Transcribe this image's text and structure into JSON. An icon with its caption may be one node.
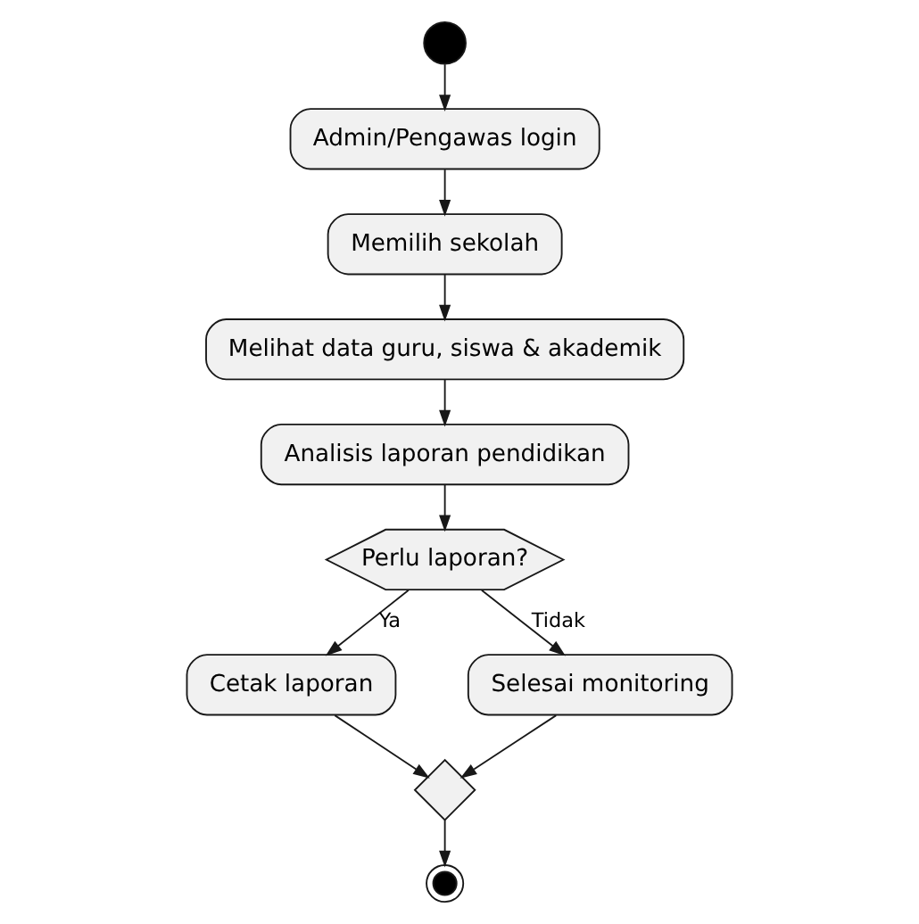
{
  "diagram": {
    "nodes": [
      {
        "text": [],
        "shape": "circle"
      },
      {
        "text": [
          "Admin/Pengawas login"
        ]
      },
      {
        "text": [
          "Memilih sekolah"
        ]
      },
      {
        "text": [
          "Melihat data guru, siswa & akademik"
        ]
      },
      {
        "text": [
          "Analisis laporan pendidikan"
        ]
      },
      {
        "text": [
          "Perlu laporan?"
        ]
      },
      {
        "text": [
          "Cetak laporan"
        ]
      },
      {
        "text": [
          "Selesai monitoring"
        ]
      },
      {
        "text": [],
        "shape": "diamond"
      },
      {
        "text": [],
        "shape": "circle"
      }
    ],
    "edges": [
      {
        "from": 0,
        "to": 1,
        "arrow": "to"
      },
      {
        "from": 1,
        "to": 2,
        "arrow": "to"
      },
      {
        "from": 2,
        "to": 3,
        "arrow": "to"
      },
      {
        "from": 3,
        "to": 4,
        "arrow": "to"
      },
      {
        "from": 4,
        "to": 5,
        "arrow": "to"
      },
      {
        "from": 5,
        "to": 6,
        "arrow": "to",
        "label": "Ya"
      },
      {
        "from": 5,
        "to": 7,
        "arrow": "to",
        "label": "Tidak"
      },
      {
        "from": 6,
        "to": 8,
        "arrow": "to"
      },
      {
        "from": 7,
        "to": 8,
        "arrow": "to"
      },
      {
        "from": 8,
        "to": 9,
        "arrow": "to"
      }
    ]
  }
}
